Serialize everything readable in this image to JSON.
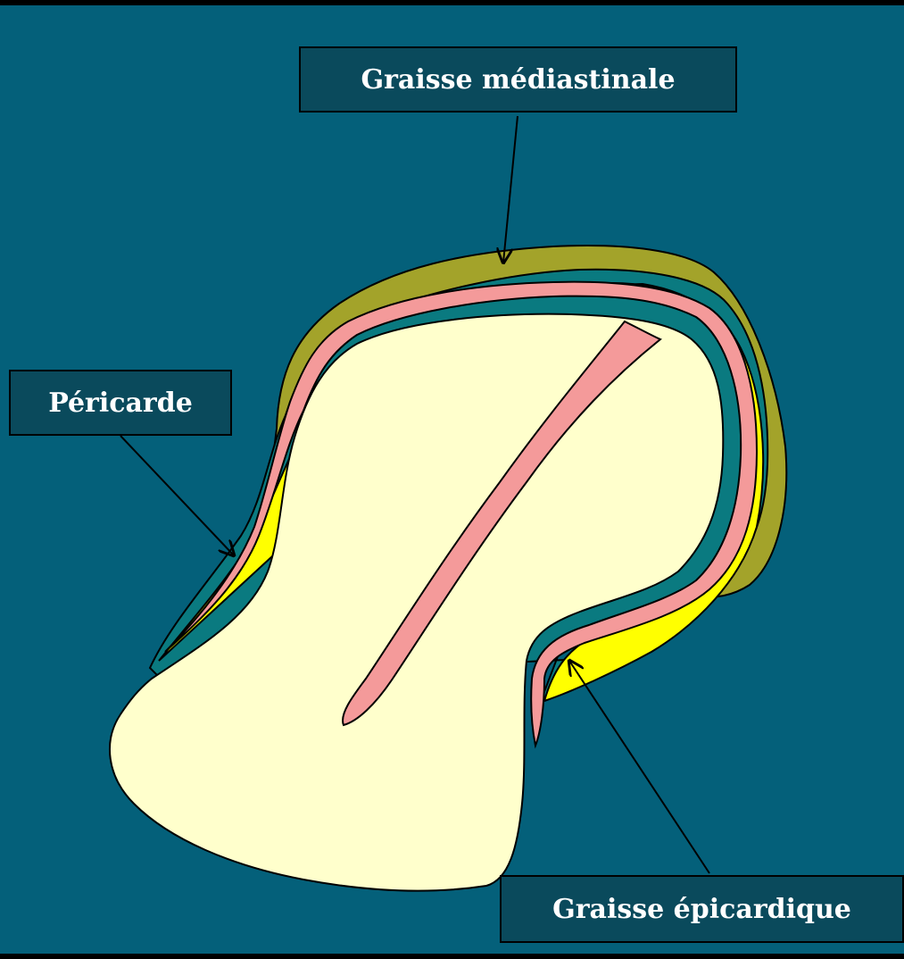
{
  "labels": {
    "mediastinal_fat": "Graisse médiastinale",
    "pericardium": "Péricarde",
    "epicardial_fat": "Graisse épicardique"
  },
  "colors": {
    "background": "#04607a",
    "label_box": "#0a4a5c",
    "mediastinal_fat": "#a3a32a",
    "pericardium": "#0a7a80",
    "epicardial_fat": "#ffff00",
    "myocardium": "#f49a9a",
    "cavity": "#ffffcc"
  }
}
